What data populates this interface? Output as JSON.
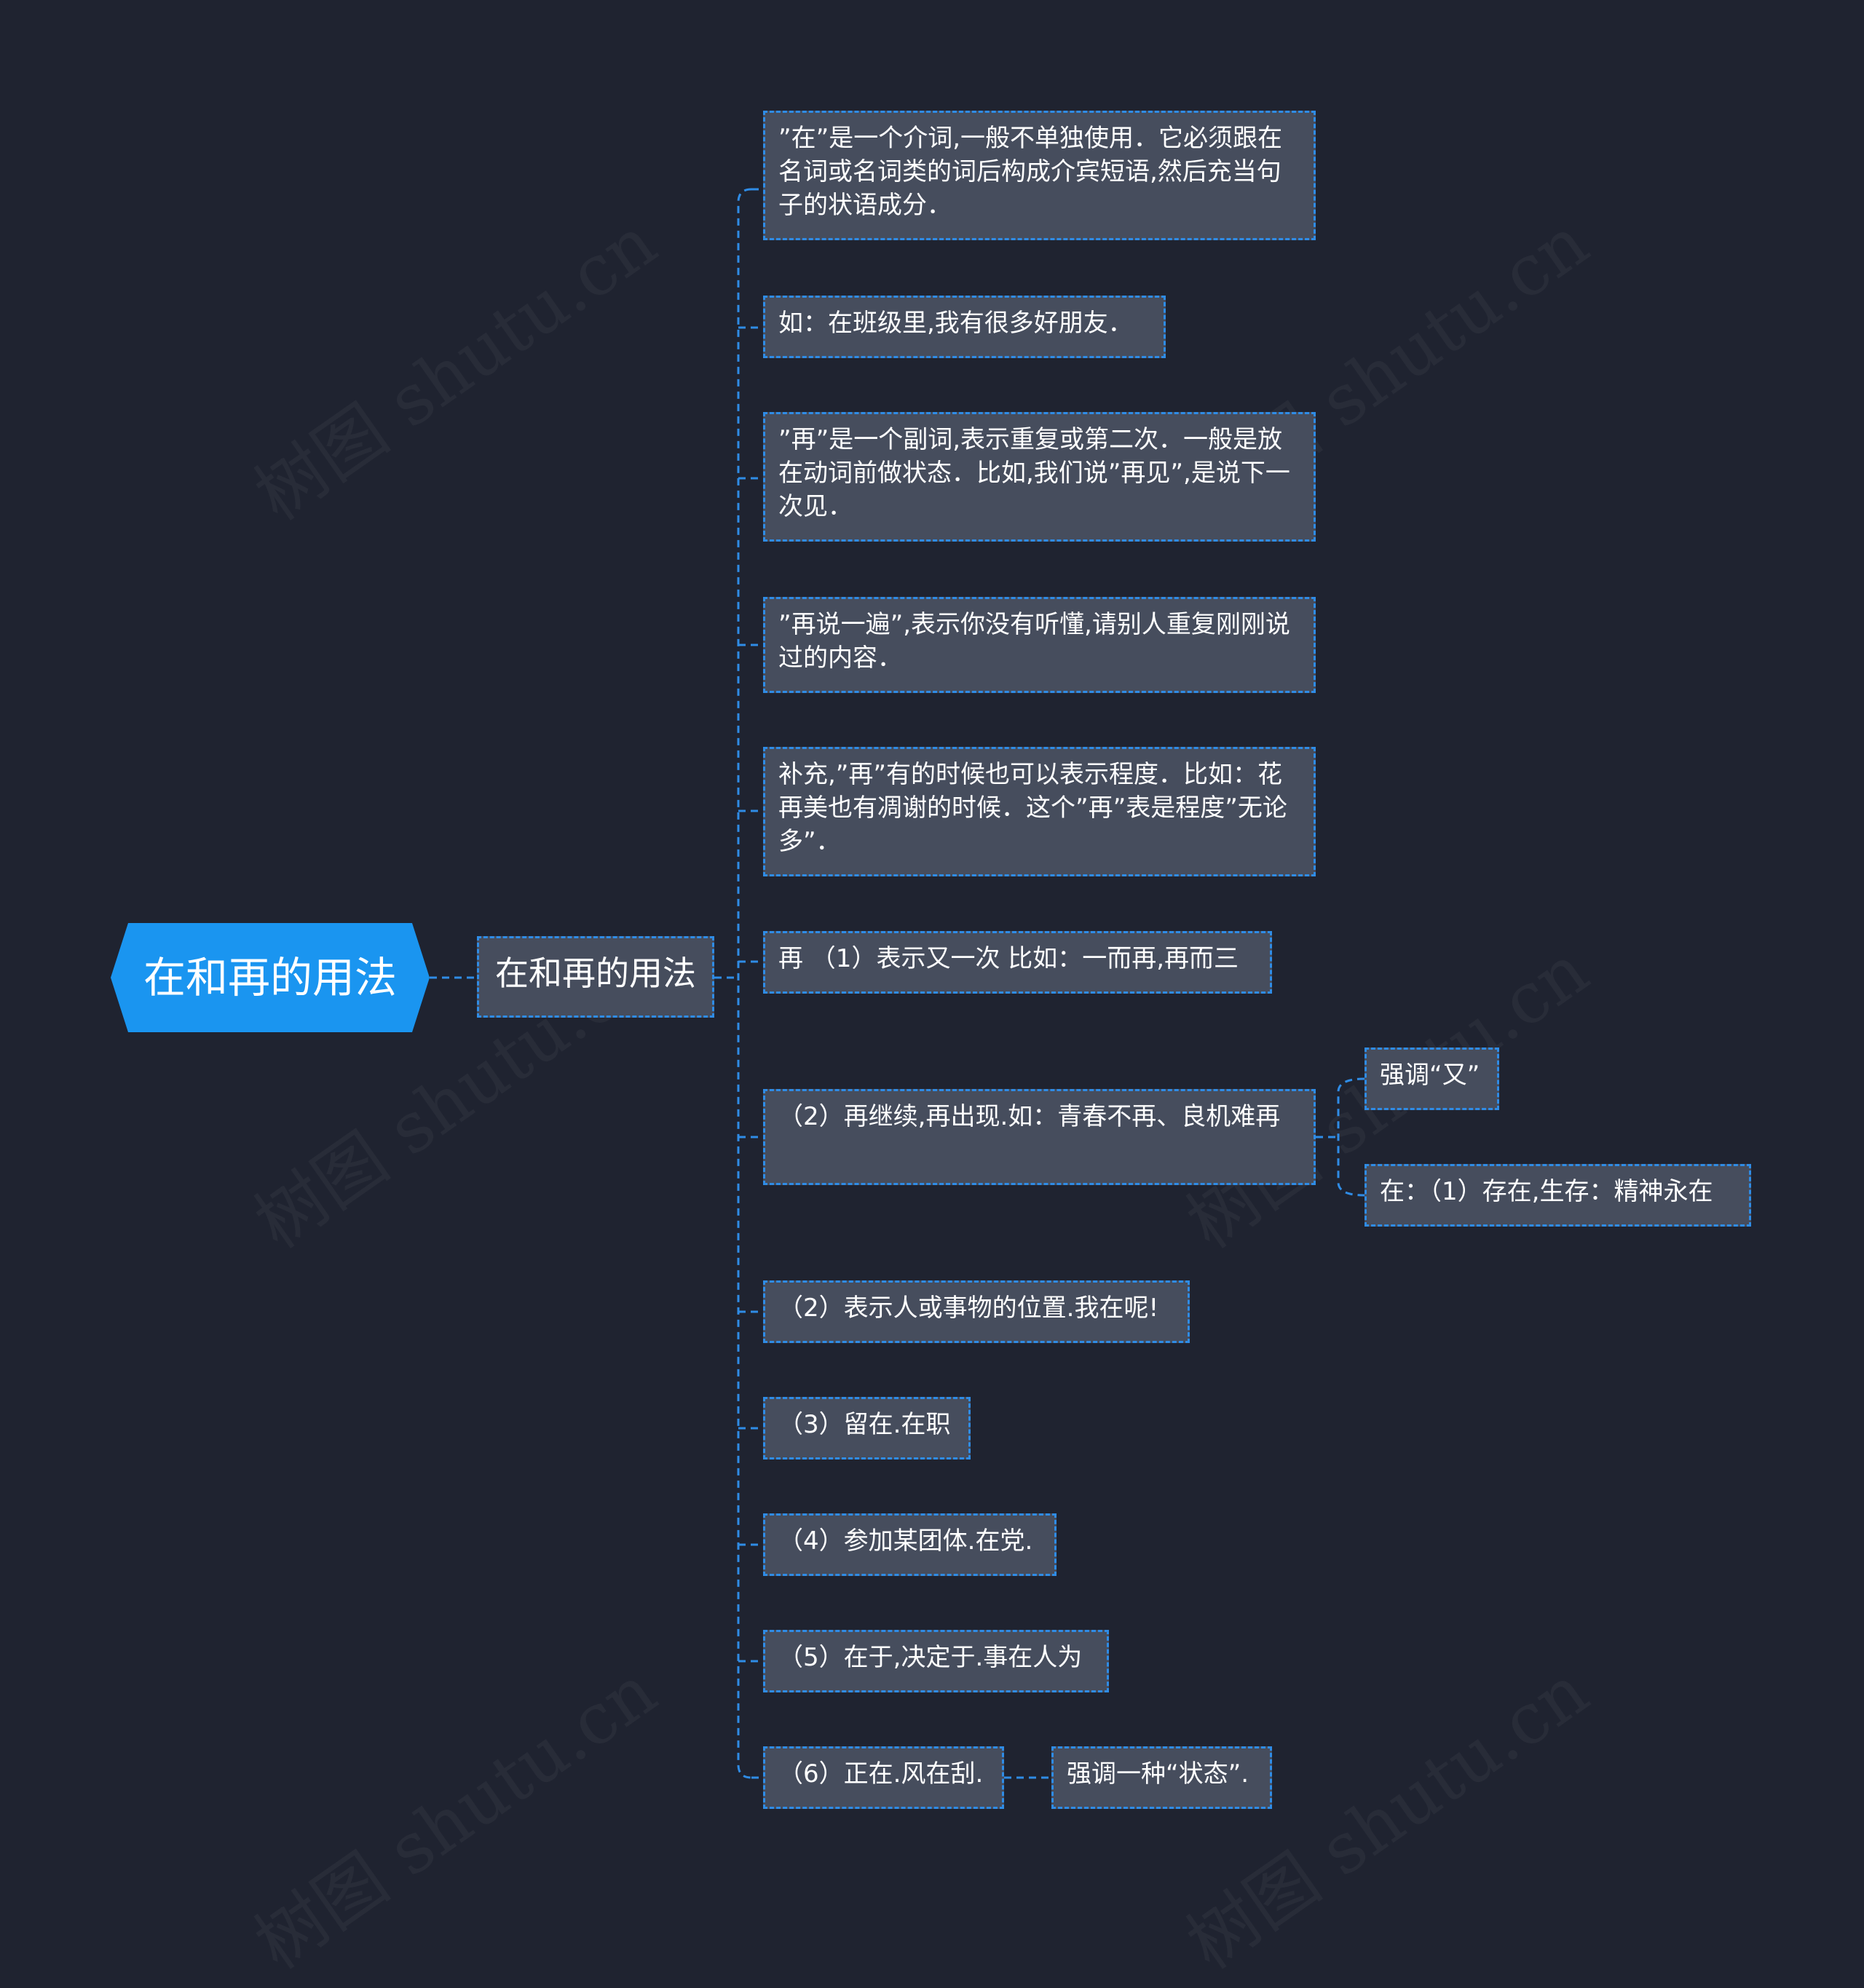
{
  "root": {
    "label": "在和再的用法"
  },
  "branch": {
    "label": "在和再的用法"
  },
  "items": [
    {
      "label": "”在”是一个介词,一般不单独使用．它必须跟在名词或名词类的词后构成介宾短语,然后充当句子的状语成分．"
    },
    {
      "label": "如：在班级里,我有很多好朋友．"
    },
    {
      "label": "”再”是一个副词,表示重复或第二次．一般是放在动词前做状态．比如,我们说”再见”,是说下一次见．"
    },
    {
      "label": "”再说一遍”,表示你没有听懂,请别人重复刚刚说过的内容．"
    },
    {
      "label": "补充,”再”有的时候也可以表示程度．比如：花再美也有凋谢的时候．这个”再”表是程度”无论多”．"
    },
    {
      "label": "再 （1）表示又一次 比如：一而再,再而三"
    },
    {
      "label": "（2）再继续,再出现.如：青春不再、良机难再",
      "children": [
        {
          "label": "强调“又”"
        },
        {
          "label": "在：（1）存在,生存：精神永在"
        }
      ]
    },
    {
      "label": "（2）表示人或事物的位置.我在呢!"
    },
    {
      "label": "（3）留在.在职"
    },
    {
      "label": "（4）参加某团体.在党."
    },
    {
      "label": "（5）在于,决定于.事在人为"
    },
    {
      "label": "（6）正在.风在刮.",
      "children": [
        {
          "label": "强调一种“状态”."
        }
      ]
    }
  ],
  "watermark": "树图 shutu.cn",
  "colors": {
    "background": "#1f2330",
    "node_fill": "#464d5d",
    "accent": "#1a95f0",
    "line": "#2f8ce6"
  }
}
